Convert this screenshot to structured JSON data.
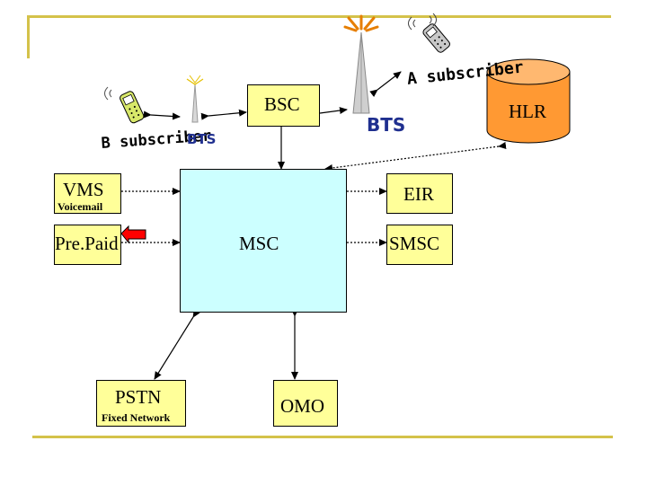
{
  "nodes": {
    "bsc": "BSC",
    "hlr": "HLR",
    "vms": "VMS",
    "vms_sub": "Voicemail",
    "eir": "EIR",
    "prepaid": "Pre.Paid",
    "msc": "MSC",
    "smsc": "SMSC",
    "pstn": "PSTN",
    "pstn_sub": "Fixed Network",
    "omo": "OMO"
  },
  "labels": {
    "b_subscriber": "B subscriber",
    "a_subscriber": "A subscriber",
    "bts_left": "BTS",
    "bts_right": "BTS"
  },
  "colors": {
    "rule": "#d4c24a",
    "box_yellow": "#ffff99",
    "msc_fill": "#ccffff",
    "hlr_fill": "#ff9933",
    "prepaid_arrow": "#ff0000",
    "bts_text": "#1f2f8f"
  },
  "icons": [
    "mobile-phone-icon",
    "antenna-tower-icon",
    "database-cylinder-icon",
    "red-arrow-icon"
  ]
}
